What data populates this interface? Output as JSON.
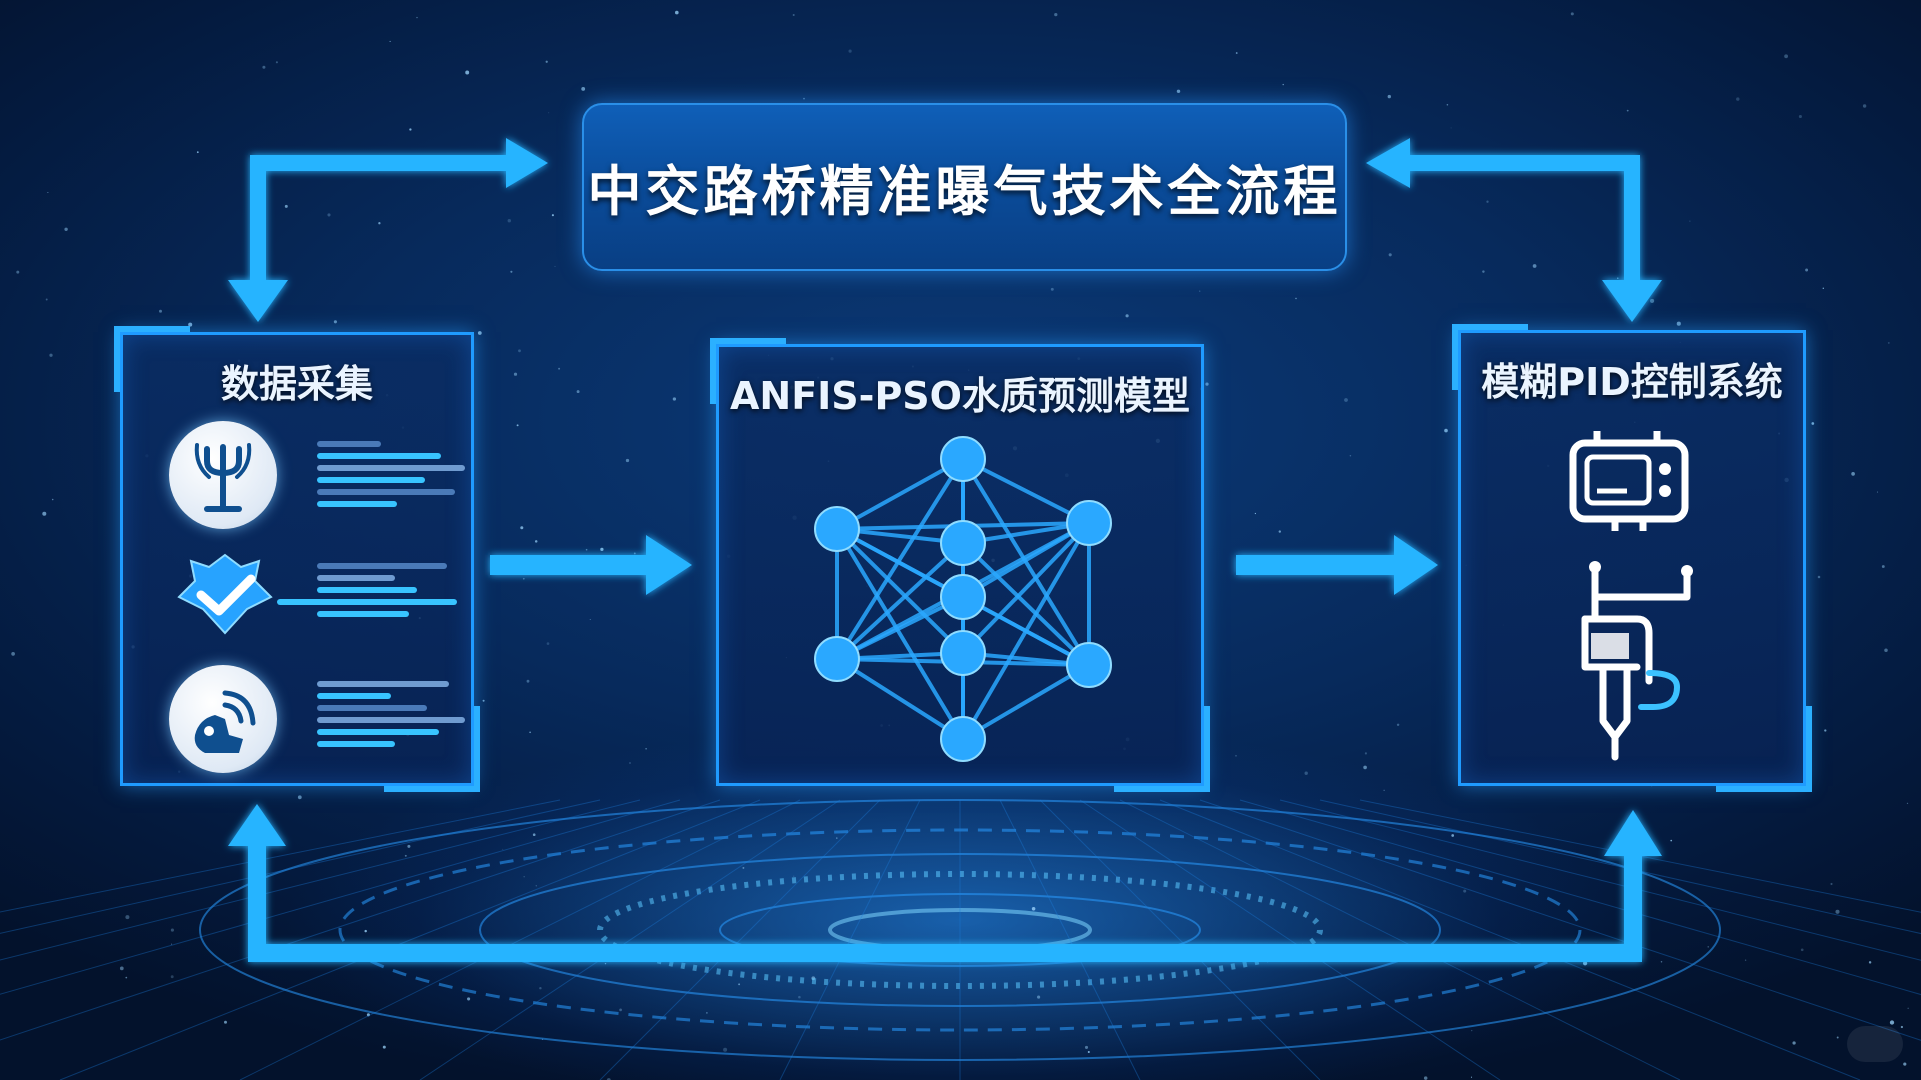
{
  "title": "中交路桥精准曝气技术全流程",
  "panels": {
    "data_collection": {
      "title": "数据采集",
      "icons": [
        "antenna-sensor-icon",
        "check-badge-icon",
        "wireless-device-icon"
      ]
    },
    "model": {
      "title": "ANFIS-PSO水质预测模型",
      "icons": [
        "neural-network-icon"
      ]
    },
    "control": {
      "title": "模糊PID控制系统",
      "icons": [
        "controller-device-icon",
        "aeration-valve-icon"
      ]
    }
  },
  "colors": {
    "accent": "#1f9bff",
    "arrow": "#28b4ff",
    "node": "#2aa8ff",
    "panel_border": "#1f9bff",
    "title_box": "#0a4a97"
  }
}
